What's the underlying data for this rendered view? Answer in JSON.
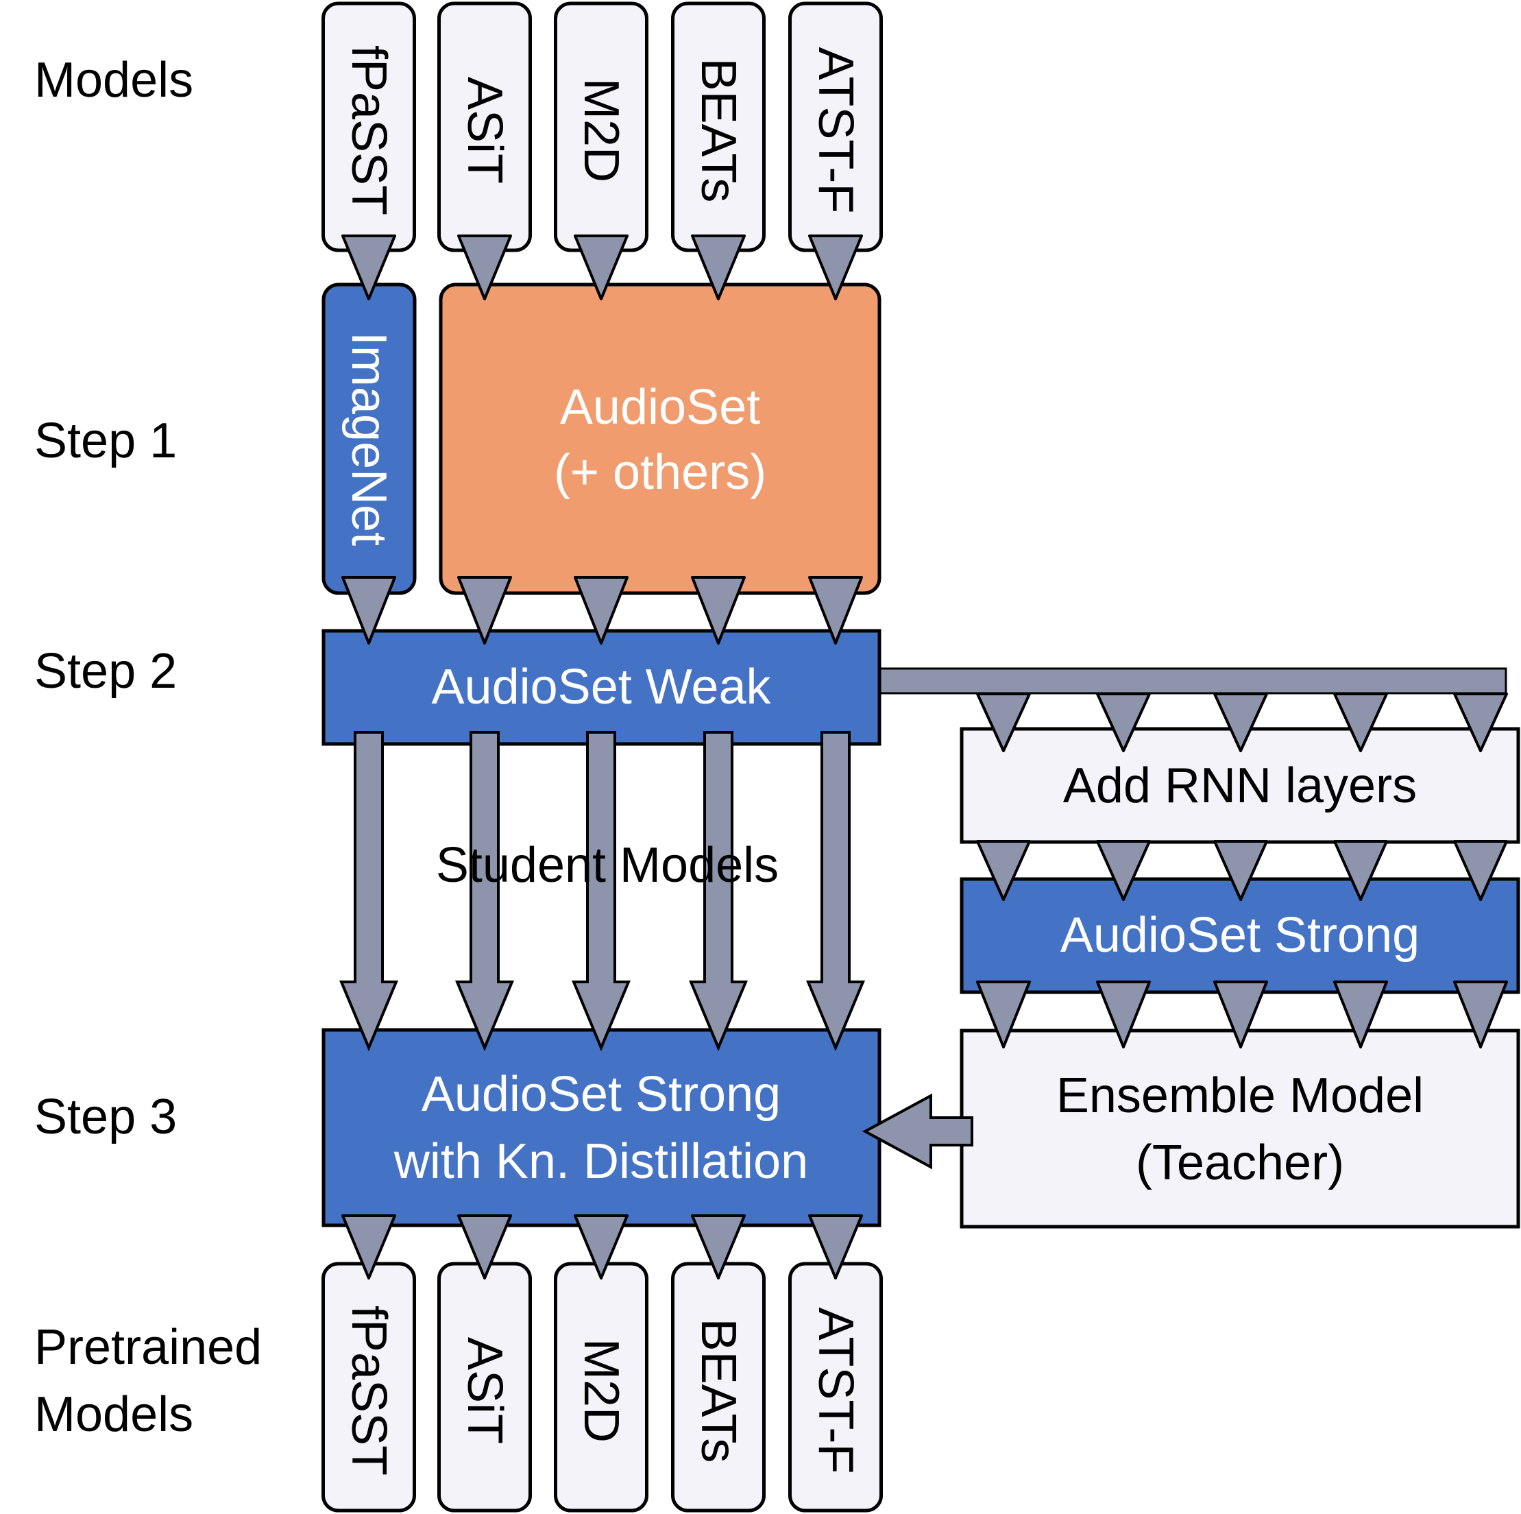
{
  "row_labels": {
    "models": "Models",
    "step1": "Step 1",
    "step2": "Step 2",
    "step3": "Step 3",
    "pretrained": "Pretrained\nModels"
  },
  "models": [
    "fPaSST",
    "ASiT",
    "M2D",
    "BEATs",
    "ATST-F"
  ],
  "pretrained_models": [
    "fPaSST",
    "ASiT",
    "M2D",
    "BEATs",
    "ATST-F"
  ],
  "step1": {
    "imagenet": "ImageNet",
    "audioset_line1": "AudioSet",
    "audioset_line2": "(+ others)"
  },
  "step2": {
    "weak": "AudioSet Weak"
  },
  "student_models": "Student Models",
  "teacher_branch": {
    "rnn": "Add RNN layers",
    "strong": "AudioSet Strong",
    "ensemble_line1": "Ensemble Model",
    "ensemble_line2": "(Teacher)"
  },
  "step3": {
    "line1": "AudioSet Strong",
    "line2": "with Kn. Distillation"
  },
  "colors": {
    "blue": "#4472C4",
    "orange": "#F09C6E",
    "light": "#F4F3FA",
    "arrow": "#8D94AC",
    "stroke": "#000000"
  }
}
